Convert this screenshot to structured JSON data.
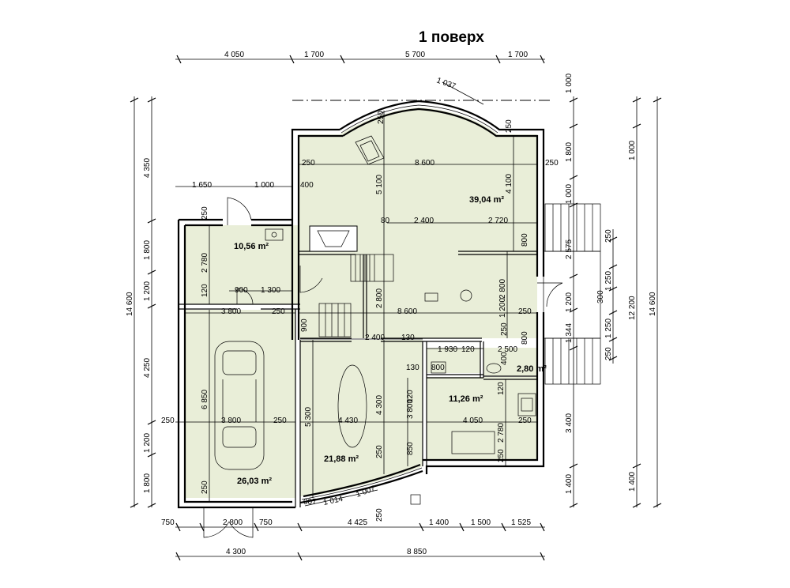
{
  "title": "1 поверх",
  "dims_top": [
    "4 050",
    "1 700",
    "5 700",
    "1 700"
  ],
  "dims_bottom_row1": [
    "750",
    "2 800",
    "750",
    "4 425",
    "1 400",
    "1 500",
    "1 525"
  ],
  "dims_bottom_row2": [
    "4 300",
    "8 850"
  ],
  "dims_left_outer": "14 600",
  "dims_left_inner": [
    "4 350",
    "1 800",
    "1 200",
    "4 250",
    "1 200",
    "1 800"
  ],
  "dims_right_inner": [
    "1 000",
    "1 800",
    "1 000",
    "2 575",
    "1 200",
    "1 344",
    "3 400",
    "1 400"
  ],
  "dims_right_outer_parts": [
    "1 000",
    "12 200",
    "1 400"
  ],
  "dims_right_outer": "14 600",
  "dims_right_stair": [
    "250",
    "1 250",
    "300",
    "1 250",
    "250"
  ],
  "arc_dims": [
    "1 037",
    "1 014",
    "1 007",
    "007"
  ],
  "rooms": {
    "living": {
      "area": "39,04 m²",
      "dims": [
        "250",
        "8 600",
        "250",
        "5 100",
        "4 100",
        "2 400",
        "2 720",
        "80",
        "250",
        "400"
      ]
    },
    "bath": {
      "area": "10,56 m²",
      "dims": [
        "1 650",
        "1 000",
        "250",
        "2 780",
        "900",
        "1 300",
        "120"
      ]
    },
    "hall": {
      "dims": [
        "8 600",
        "2 800",
        "2 800",
        "1 200",
        "800",
        "250",
        "250",
        "900",
        "250"
      ]
    },
    "garage": {
      "area": "26,03 m²",
      "dims": [
        "3 800",
        "6 850",
        "3 800",
        "250",
        "250",
        "250"
      ]
    },
    "dining": {
      "area": "21,88 m²",
      "dims": [
        "2 400",
        "130",
        "5 300",
        "4 430",
        "4 300",
        "250",
        "250",
        "3 800",
        "120",
        "850"
      ]
    },
    "kitchen": {
      "area": "11,26 m²",
      "dims": [
        "1 930",
        "120",
        "130",
        "800",
        "4 050",
        "2 780",
        "120",
        "250",
        "250"
      ]
    },
    "wc": {
      "area": "2,80 m²",
      "dims": [
        "2 500",
        "400",
        "800"
      ]
    }
  }
}
